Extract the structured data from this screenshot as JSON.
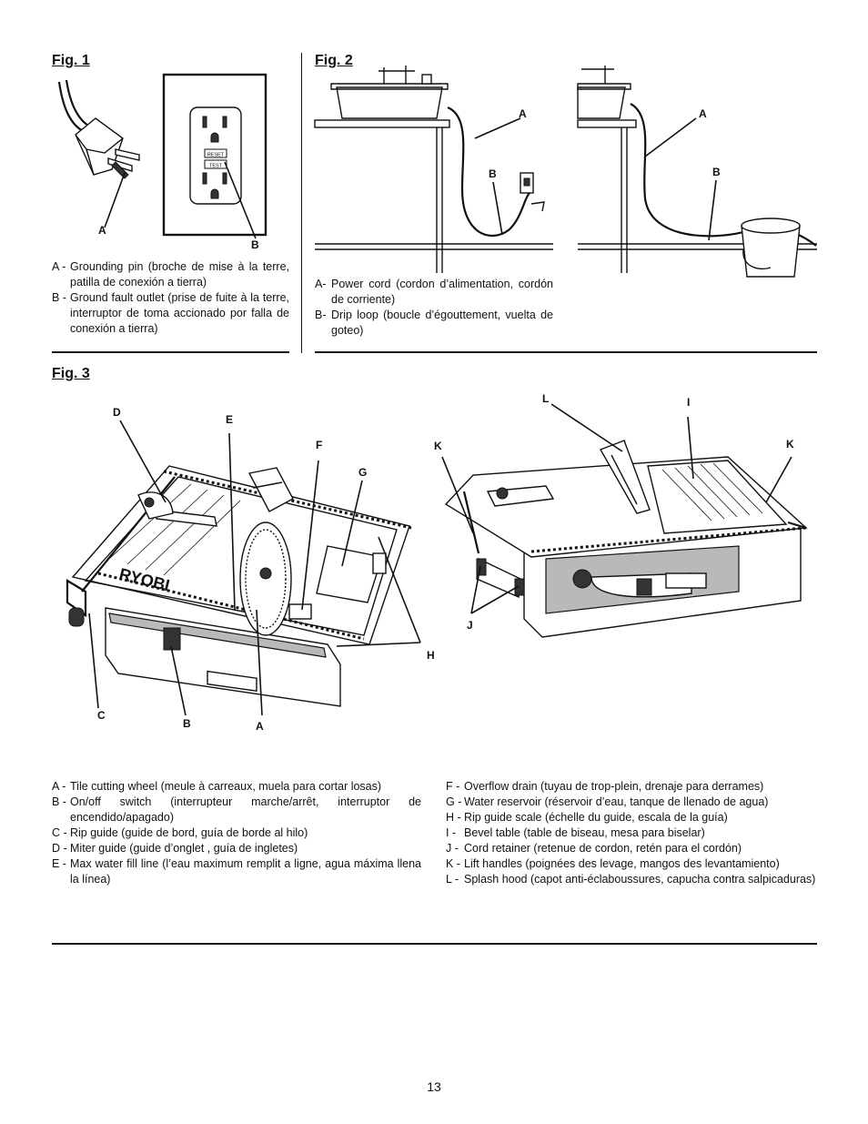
{
  "fig1": {
    "title": "Fig. 1",
    "callouts": {
      "a": "A",
      "b": "B"
    },
    "outlet_labels": {
      "reset": "RESET",
      "test": "TEST"
    },
    "legend": [
      {
        "key": "A -",
        "text": "Grounding pin (broche de mise à la terre, patilla de conexión a tierra)"
      },
      {
        "key": "B -",
        "text": "Ground fault outlet (prise de fuite à la terre, interruptor de toma accionado por falla de conexión a tierra)"
      }
    ]
  },
  "fig2": {
    "title": "Fig. 2",
    "callouts": {
      "a1": "A",
      "b1": "B",
      "a2": "A",
      "b2": "B"
    },
    "legend": [
      {
        "key": "A-",
        "text": "Power cord (cordon d’alimentation, cordón de corriente)"
      },
      {
        "key": "B-",
        "text": "Drip loop (boucle d’égouttement, vuelta de goteo)"
      }
    ]
  },
  "fig3": {
    "title": "Fig. 3",
    "brand": "RYOBI",
    "callouts": {
      "a": "A",
      "b": "B",
      "c": "C",
      "d": "D",
      "e": "E",
      "f": "F",
      "g": "G",
      "h": "H",
      "i": "I",
      "j": "J",
      "k1": "K",
      "k2": "K",
      "l": "L"
    },
    "legend_left": [
      {
        "key": "A -",
        "text": "Tile cutting wheel (meule à carreaux, muela para cortar losas)"
      },
      {
        "key": "B -",
        "text": "On/off switch (interrupteur marche/arrêt, interruptor de encendido/apagado)"
      },
      {
        "key": "C -",
        "text": "Rip guide (guide de bord, guía de borde al hilo)"
      },
      {
        "key": "D -",
        "text": "Miter guide (guide d’onglet , guía de ingletes)"
      },
      {
        "key": "E -",
        "text": "Max water fill line (l’eau maximum remplit a ligne, agua máxima llena la línea)"
      }
    ],
    "legend_right": [
      {
        "key": "F -",
        "text": "Overflow drain (tuyau de trop-plein, drenaje para derrames)"
      },
      {
        "key": "G -",
        "text": "Water reservoir (réservoir d’eau, tanque de llenado de agua)"
      },
      {
        "key": "H -",
        "text": "Rip guide scale (échelle du guide, escala de la guía)"
      },
      {
        "key": "I -",
        "text": "Bevel table (table de biseau, mesa para biselar)"
      },
      {
        "key": "J -",
        "text": "Cord retainer (retenue de cordon, retén para el cordón)"
      },
      {
        "key": "K -",
        "text": "Lift handles (poignées des levage, mangos des levantamiento)"
      },
      {
        "key": "L -",
        "text": "Splash hood (capot anti-éclaboussures, capucha contra salpicaduras)"
      }
    ]
  },
  "page_number": "13"
}
